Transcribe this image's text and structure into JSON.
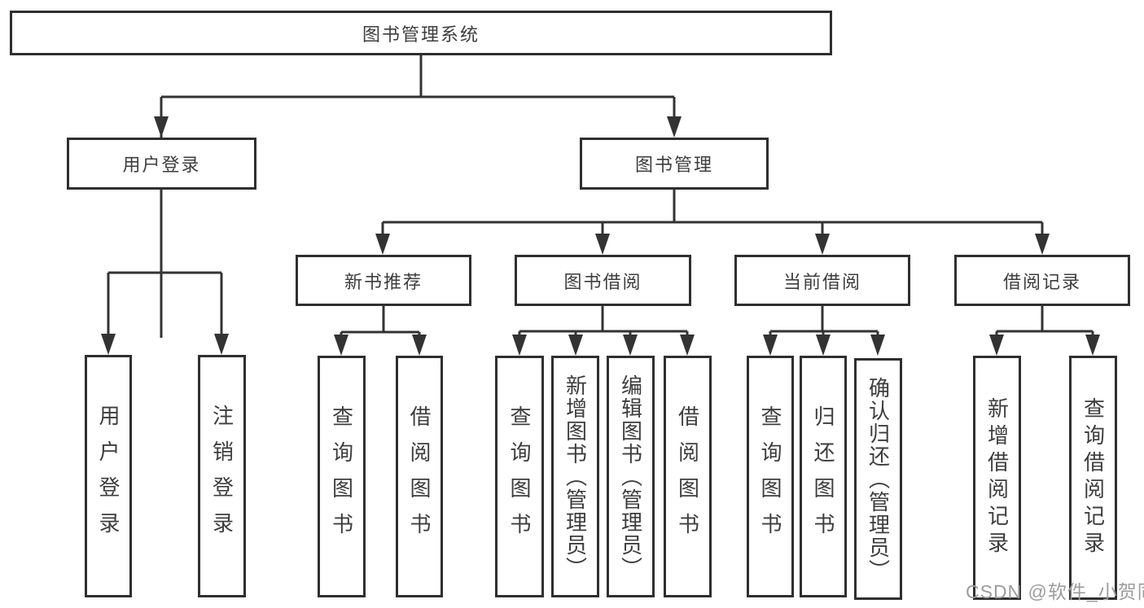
{
  "tree": {
    "root": {
      "label": "图书管理系统"
    },
    "branches": [
      {
        "label": "用户登录",
        "leaves": [
          {
            "label": "用户登录"
          },
          {
            "label": "注销登录"
          }
        ]
      },
      {
        "label": "图书管理",
        "groups": [
          {
            "label": "新书推荐",
            "leaves": [
              {
                "label": "查询图书"
              },
              {
                "label": "借阅图书"
              }
            ]
          },
          {
            "label": "图书借阅",
            "leaves": [
              {
                "label": "查询图书"
              },
              {
                "label": "新增图书（管理员）"
              },
              {
                "label": "编辑图书（管理员）"
              },
              {
                "label": "借阅图书"
              }
            ]
          },
          {
            "label": "当前借阅",
            "leaves": [
              {
                "label": "查询图书"
              },
              {
                "label": "归还图书"
              },
              {
                "label": "确认归还（管理员）"
              }
            ]
          },
          {
            "label": "借阅记录",
            "leaves": [
              {
                "label": "新增借阅记录"
              },
              {
                "label": "查询借阅记录"
              }
            ]
          }
        ]
      }
    ]
  },
  "watermark": {
    "text": "CSDN @软件_小贺同学"
  },
  "colors": {
    "line": "#333333",
    "border": "#2f2f2f",
    "text": "#3d3d3d",
    "watermark": "#9c9c9c",
    "background": "#ffffff"
  }
}
